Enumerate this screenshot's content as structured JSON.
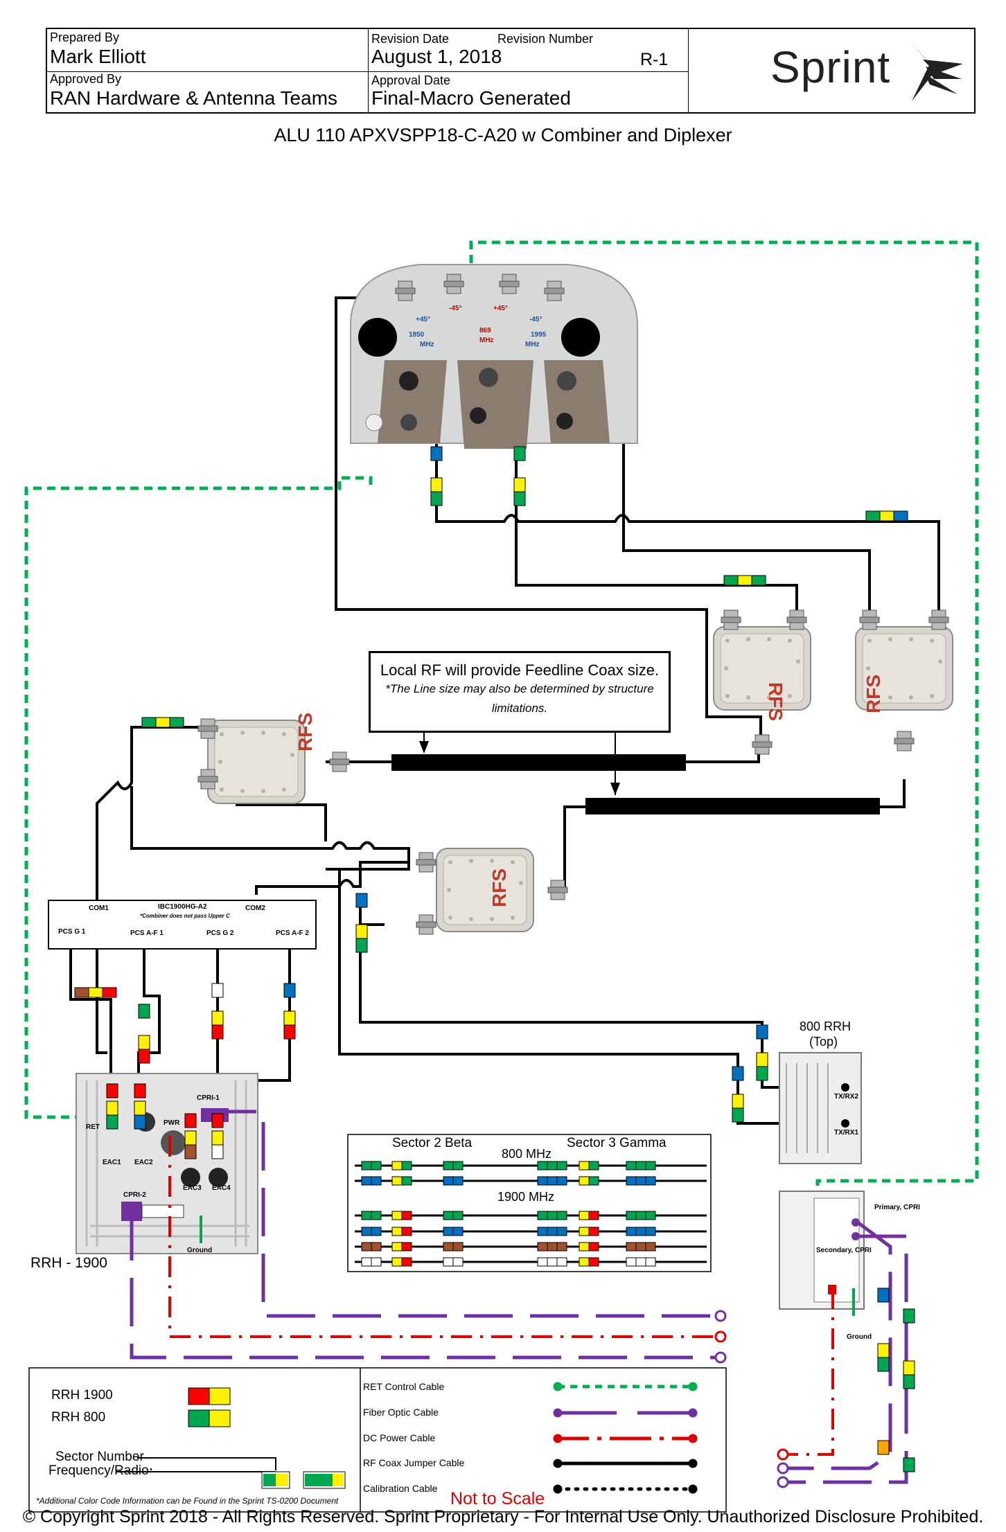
{
  "header": {
    "prepared_by_label": "Prepared By",
    "prepared_by": "Mark Elliott",
    "revision_date_label": "Revision Date",
    "revision_date": "August 1, 2018",
    "revision_number_label": "Revision Number",
    "revision_number": "R-1",
    "approved_by_label": "Approved By",
    "approved_by": "RAN Hardware & Antenna Teams",
    "approval_date_label": "Approval Date",
    "approval_date": "Final-Macro Generated",
    "logo_text": "Sprint"
  },
  "title": "ALU 110 APXVSPP18-C-A20 w Combiner and Diplexer",
  "note": {
    "line1": "Local RF will provide Feedline Coax size.",
    "line2": "*The Line size may also be determined by structure",
    "line3": "limitations."
  },
  "antenna": {
    "p45a": "+45°",
    "m45a": "-45°",
    "p45b": "+45°",
    "m45b": "-45°",
    "f1850": "1850",
    "f869": "869",
    "f1995": "1995",
    "mhz": "MHz"
  },
  "combiner": {
    "name": "IBC1900HG-A2",
    "note": "*Combiner does not pass Upper C",
    "com1": "COM1",
    "com2": "COM2",
    "pcs_g1": "PCS G 1",
    "pcs_af1": "PCS A-F 1",
    "pcs_g2": "PCS G 2",
    "pcs_af2": "PCS A-F 2"
  },
  "diplexer_brand": "RFS",
  "rrh1900": {
    "label": "RRH - 1900",
    "ret": "RET",
    "eac1": "EAC1",
    "eac2": "EAC2",
    "eac3": "EAC3",
    "eac4": "EAC4",
    "pwr": "PWR",
    "cpri1": "CPRI-1",
    "cpri2": "CPRI-2",
    "ground": "Ground"
  },
  "rrh800": {
    "label_line1": "800 RRH",
    "label_line2": "(Top)",
    "txrx2": "TX/RX2",
    "txrx1": "TX/RX1"
  },
  "bbu": {
    "primary": "Primary, CPRI",
    "secondary": "Secondary, CPRI",
    "ground": "Ground"
  },
  "sector_table": {
    "beta": "Sector 2 Beta",
    "gamma": "Sector 3 Gamma",
    "band800": "800 MHz",
    "band1900": "1900 MHz"
  },
  "legend": {
    "rrh1900": "RRH 1900",
    "rrh800": "RRH 800",
    "sector_number": "Sector Number",
    "freq_radio": "Frequency/Radio",
    "footnote": "*Additional Color Code Information can be Found in the Sprint TS-0200 Document",
    "ret_cable": "RET Control Cable",
    "fiber_cable": "Fiber Optic Cable",
    "dc_cable": "DC Power Cable",
    "coax_cable": "RF Coax Jumper Cable",
    "cal_cable": "Calibration Cable"
  },
  "not_to_scale": "Not to Scale",
  "copyright": "© Copyright Sprint 2018 - All Rights Reserved.  Sprint Proprietary - For Internal Use Only.  Unauthorized Disclosure Prohibited.",
  "colors": {
    "green": "#00a650",
    "yellow": "#fff200",
    "blue": "#0070c0",
    "red": "#ff0000",
    "brown": "#a0522d",
    "white": "#ffffff",
    "orange": "#ffa500",
    "purple": "#7030a0",
    "ret_green": "#00b050",
    "dc_red": "#e00000"
  }
}
